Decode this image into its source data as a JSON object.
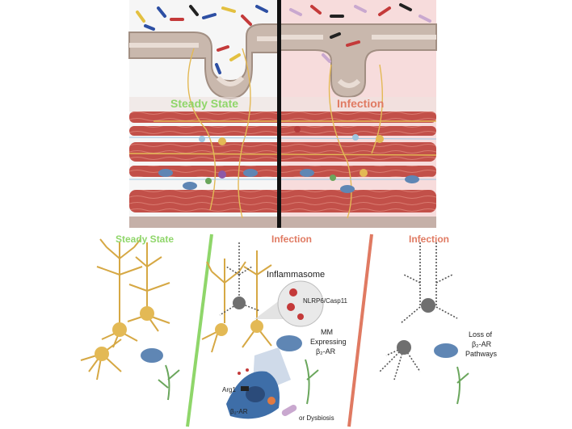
{
  "top_panel": {
    "left_label": "Steady State",
    "right_label": "Infection"
  },
  "bottom_panel": {
    "left_label": "Steady State",
    "middle_label": "Infection",
    "right_label": "Infection",
    "inflammasome": "Inflammasome",
    "nlrp": "NLRP6/Casp11",
    "mm_line1": "MM",
    "mm_line2": "Expressing",
    "mm_line3": "β₂-AR",
    "arg1": "Arg1",
    "b2ar": "β₂-AR",
    "dysbiosis": "or Dysbiosis",
    "loss_line1": "Loss of",
    "loss_line2": "β₂-AR",
    "loss_line3": "Pathways"
  },
  "colors": {
    "steady_green": "#8fd66a",
    "infection_red": "#e07a62",
    "neuron_yellow": "#e3b955",
    "macrophage_blue": "#5f86b4",
    "muscle_red": "#b8453f"
  }
}
